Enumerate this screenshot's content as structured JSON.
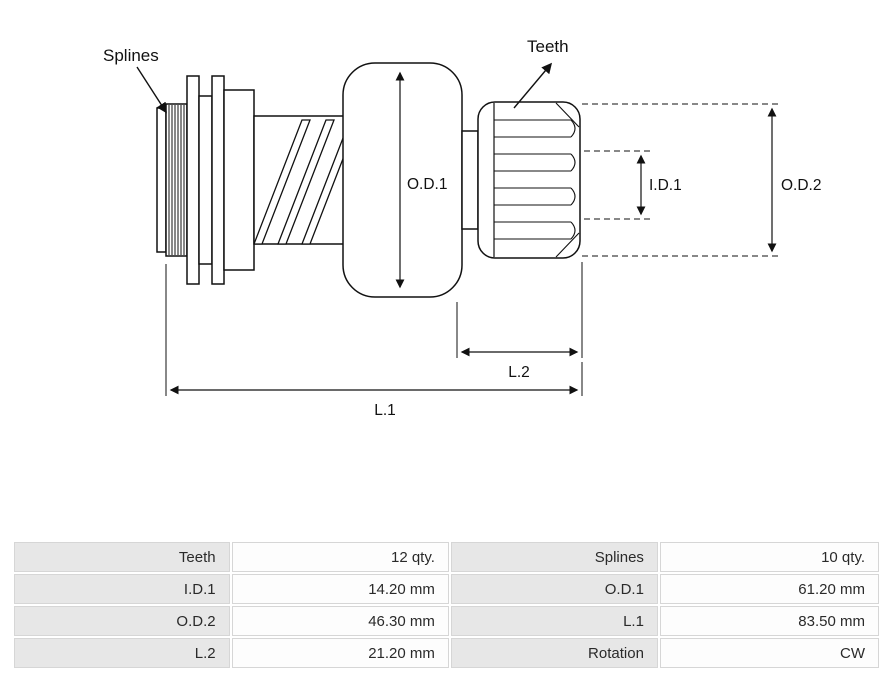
{
  "diagram": {
    "labels": {
      "splines": "Splines",
      "teeth": "Teeth",
      "od1": "O.D.1",
      "id1": "I.D.1",
      "od2": "O.D.2",
      "l2": "L.2",
      "l1": "L.1"
    }
  },
  "spec_table": {
    "rows": [
      [
        "Teeth",
        "12 qty.",
        "Splines",
        "10 qty."
      ],
      [
        "I.D.1",
        "14.20 mm",
        "O.D.1",
        "61.20 mm"
      ],
      [
        "O.D.2",
        "46.30 mm",
        "L.1",
        "83.50 mm"
      ],
      [
        "L.2",
        "21.20 mm",
        "Rotation",
        "CW"
      ]
    ]
  },
  "colors": {
    "line": "#111111",
    "label_cell_bg": "#e7e7e7",
    "value_cell_bg": "#fdfdfd",
    "cell_border": "#d6d6d6"
  }
}
